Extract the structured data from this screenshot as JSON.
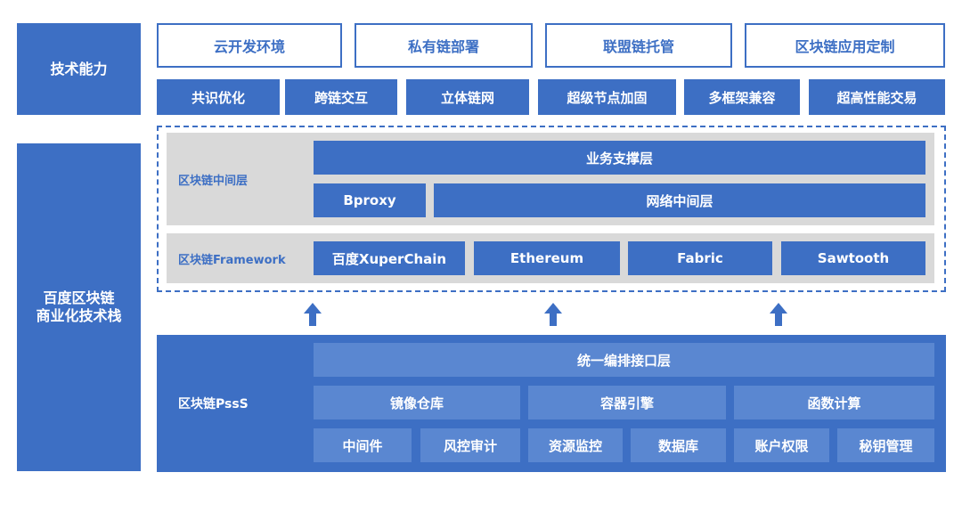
{
  "colors": {
    "primary": "#3d6fc4",
    "light": "#5a87d1",
    "grey": "#d9d9d9"
  },
  "left": {
    "top": "技术能力",
    "bottom_line1": "百度区块链",
    "bottom_line2": "商业化技术栈"
  },
  "capability": {
    "services": [
      "云开发环境",
      "私有链部署",
      "联盟链托管",
      "区块链应用定制"
    ],
    "features": [
      "共识优化",
      "跨链交互",
      "立体链网",
      "超级节点加固",
      "多框架兼容",
      "超高性能交易"
    ]
  },
  "middleware": {
    "label": "区块链中间层",
    "support": "业务支撑层",
    "bproxy": "Bproxy",
    "network": "网络中间层"
  },
  "framework": {
    "label": "区块链Framework",
    "items": [
      "百度XuperChain",
      "Ethereum",
      "Fabric",
      "Sawtooth"
    ]
  },
  "arrows": [
    "arrow-up-icon",
    "arrow-up-icon",
    "arrow-up-icon"
  ],
  "paas": {
    "label": "区块链PssS",
    "orchestration": "统一编排接口层",
    "groups": [
      "镜像仓库",
      "容器引擎",
      "函数计算"
    ],
    "items": [
      "中间件",
      "风控审计",
      "资源监控",
      "数据库",
      "账户权限",
      "秘钥管理"
    ]
  }
}
